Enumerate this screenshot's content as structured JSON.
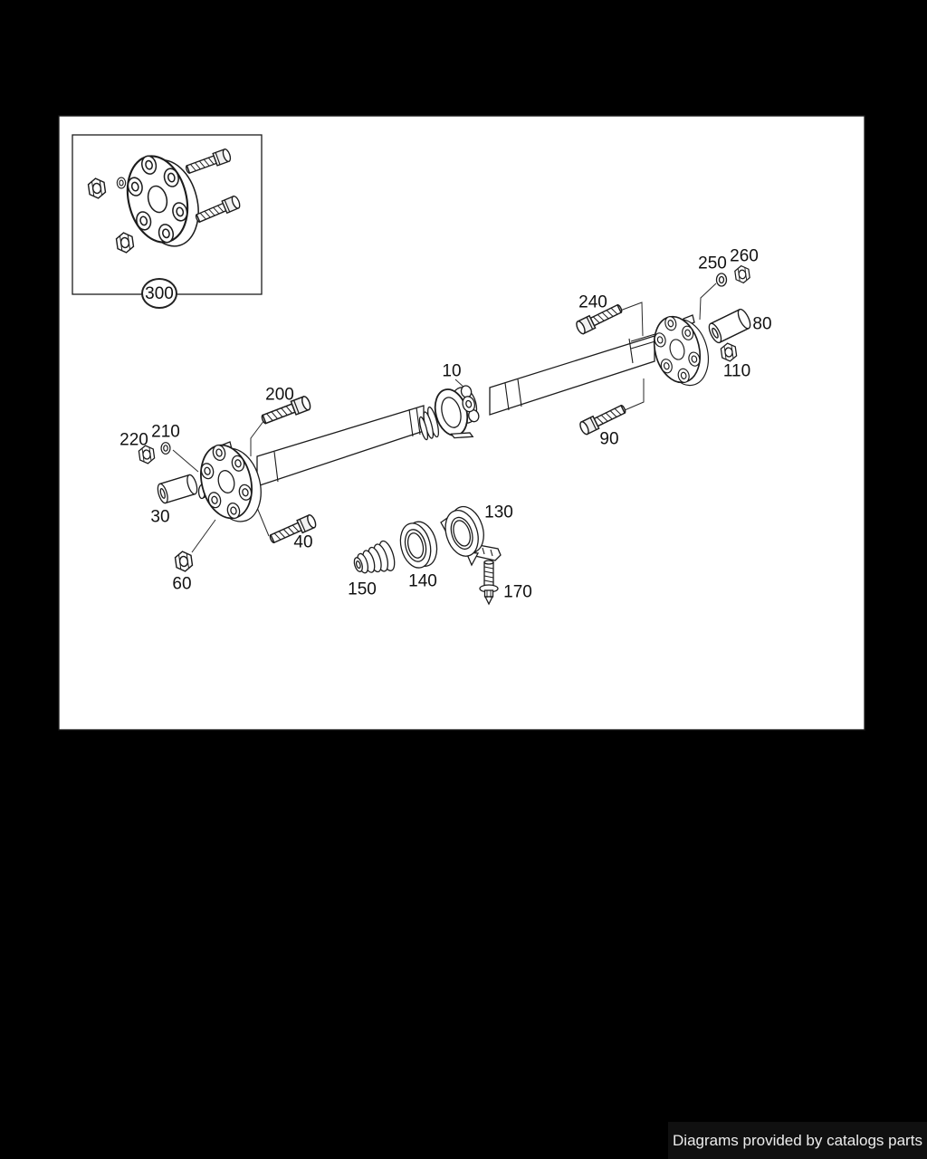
{
  "diagram": {
    "callouts": {
      "c10": "10",
      "c30": "30",
      "c40": "40",
      "c60": "60",
      "c80": "80",
      "c90": "90",
      "c110": "110",
      "c130": "130",
      "c140": "140",
      "c150": "150",
      "c170": "170",
      "c200": "200",
      "c210": "210",
      "c220": "220",
      "c240": "240",
      "c250": "250",
      "c260": "260"
    },
    "inset_callout": "300"
  },
  "footer": {
    "text": "Diagrams provided by catalogs parts"
  },
  "colors": {
    "bg": "#000000",
    "panel": "#ffffff",
    "line": "#1c1c1c",
    "footer-bg": "#101010",
    "footer-text": "#ededed",
    "label": "#111111"
  }
}
